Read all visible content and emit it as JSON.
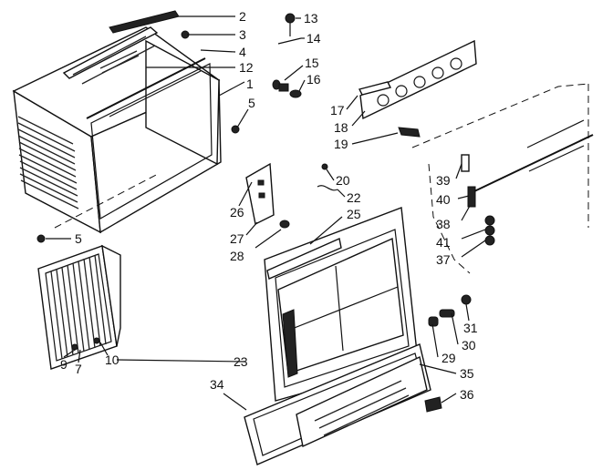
{
  "callouts": [
    "2",
    "3",
    "4",
    "12",
    "1",
    "5",
    "13",
    "14",
    "15",
    "16",
    "17",
    "18",
    "19",
    "20",
    "22",
    "26",
    "27",
    "28",
    "25",
    "39",
    "40",
    "38",
    "41",
    "37",
    "5",
    "10",
    "9",
    "7",
    "23",
    "34",
    "31",
    "30",
    "29",
    "35",
    "36"
  ]
}
